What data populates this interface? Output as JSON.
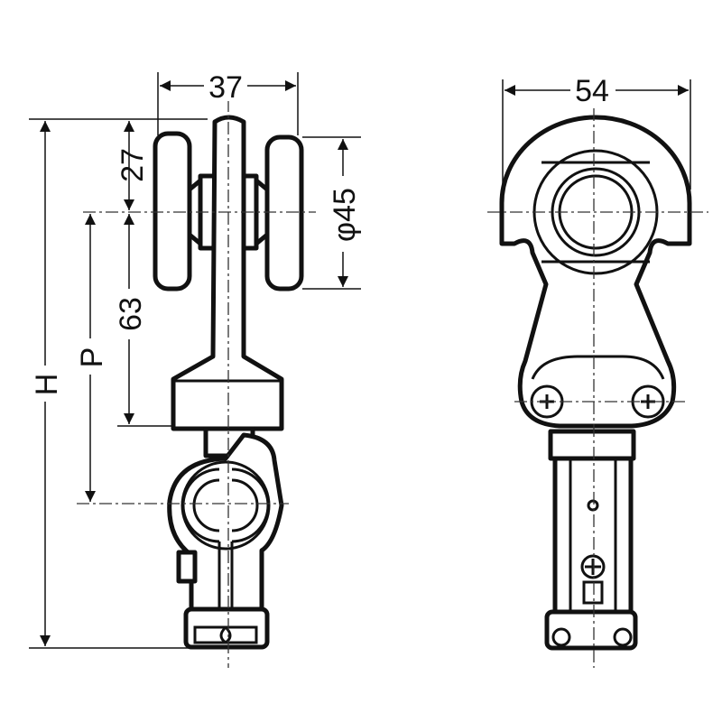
{
  "title": "Door roller hanger dimension drawing",
  "dimensions": {
    "width_front": "37",
    "width_side": "54",
    "wheel_offset": "27",
    "wheel_diameter": "φ45",
    "bracket_height": "63",
    "pitch": "P",
    "height": "H"
  },
  "colors": {
    "line": "#111111",
    "background": "#ffffff"
  }
}
